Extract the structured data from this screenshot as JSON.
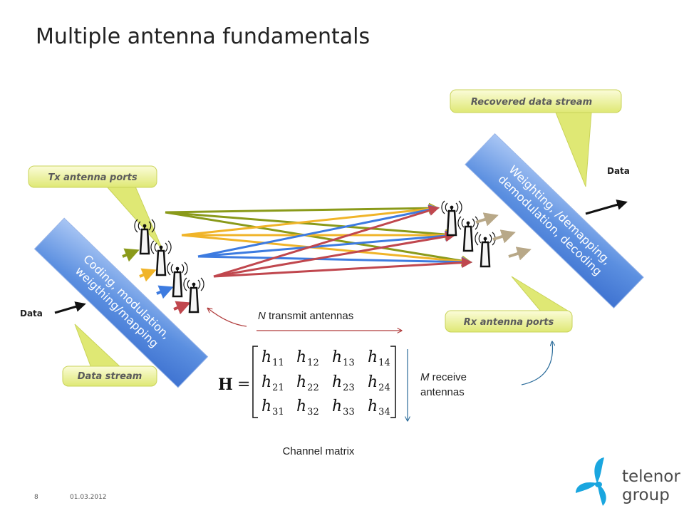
{
  "title": "Multiple antenna fundamentals",
  "callouts": {
    "tx_ports": "Tx antenna ports",
    "data_stream": "Data stream",
    "recovered": "Recovered data stream",
    "rx_ports": "Rx antenna ports"
  },
  "blocks": {
    "tx_line1": "Coding, modulation,",
    "tx_line2": "weigthing/mapping",
    "rx_line1": "Weighting, /demapping,",
    "rx_line2": "demodulation, decoding"
  },
  "data_in": "Data",
  "data_out": "Data",
  "n_label": {
    "var": "N",
    "text": " transmit antennas"
  },
  "m_label": {
    "var": "M",
    "text": " receive",
    "line2": "antennas"
  },
  "matrix": {
    "symbol": "H",
    "equals": "=",
    "base": "h",
    "rows": [
      [
        "11",
        "12",
        "13",
        "14"
      ],
      [
        "21",
        "22",
        "23",
        "24"
      ],
      [
        "31",
        "32",
        "33",
        "34"
      ]
    ]
  },
  "caption": "Channel matrix",
  "footer": {
    "page": "8",
    "date": "01.03.2012"
  },
  "logo": {
    "line1": "telenor",
    "line2": "group"
  },
  "colors": {
    "tx1": "#8a9a1a",
    "tx2": "#f0b429",
    "tx3": "#3d7be0",
    "tx4": "#c0474e",
    "rx_arrow": "#b8a888",
    "block": "#5b8fe0",
    "logo_blue": "#1aa6df"
  }
}
